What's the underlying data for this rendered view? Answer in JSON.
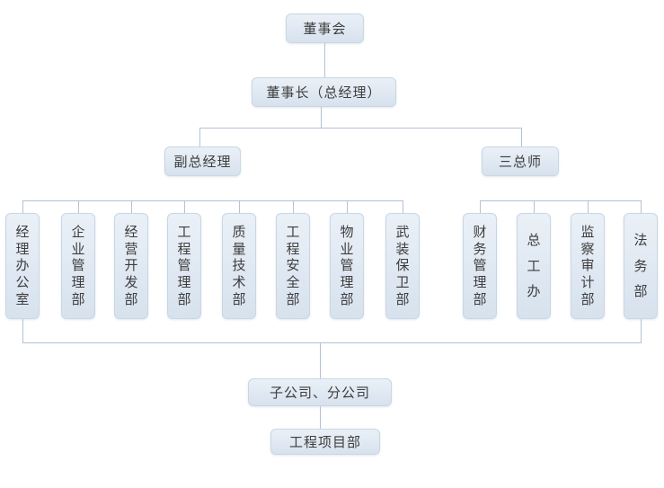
{
  "org_chart": {
    "root": {
      "label": "董事会"
    },
    "chairman": {
      "label": "董事长（总经理）"
    },
    "branches": [
      {
        "label": "副总经理",
        "departments": [
          "经理办公室",
          "企业管理部",
          "经营开发部",
          "工程管理部",
          "质量技术部",
          "工程安全部",
          "物业管理部",
          "武装保卫部"
        ]
      },
      {
        "label": "三总师",
        "departments": [
          "财务管理部",
          "总工办",
          "监察审计部",
          "法务部"
        ]
      }
    ],
    "subsidiaries": {
      "label": "子公司、分公司"
    },
    "project_dept": {
      "label": "工程项目部"
    },
    "colors": {
      "background": "#ffffff",
      "box_fill_top": "#eaf0f7",
      "box_fill_bottom": "#d7e2ee",
      "box_border": "#c9d7e5",
      "line": "#b3c2d6",
      "text": "#3d3d3d"
    }
  }
}
